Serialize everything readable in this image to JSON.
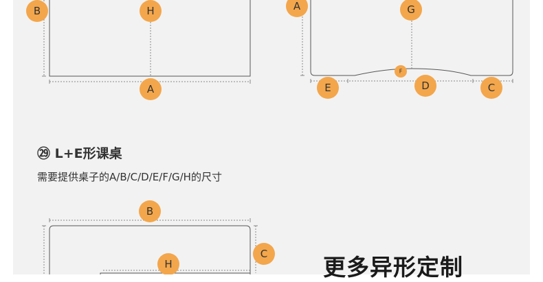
{
  "section": {
    "number": "㉙",
    "name": "L+E形课桌",
    "description": "需要提供桌子的A/B/C/D/E/F/G/H的尺寸"
  },
  "diagrams": {
    "top_left": {
      "labels": [
        "B",
        "H",
        "A"
      ]
    },
    "top_right": {
      "labels": [
        "A",
        "G",
        "F",
        "E",
        "D",
        "C"
      ]
    },
    "bottom_left": {
      "labels": [
        "B",
        "C",
        "H"
      ]
    }
  },
  "promo": {
    "headline": "更多异形定制"
  },
  "colors": {
    "badge": "#f3a64b",
    "panel": "#f2f2f2",
    "line": "#555555"
  }
}
